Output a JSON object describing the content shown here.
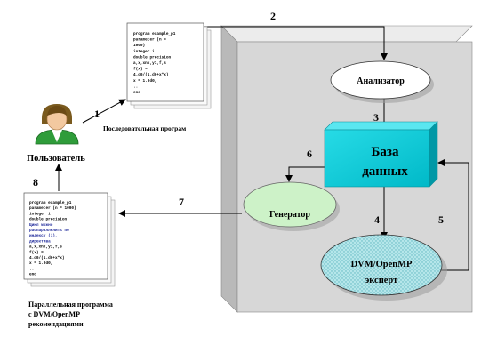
{
  "user_label": "Пользователь",
  "seq_program": {
    "caption": "Последовательная програм",
    "code": [
      "program example_p1",
      "  parameter (n =",
      "  1000)",
      "  integer i",
      "  double precision",
      "a,x,xnx,y1,f,s",
      "  f(x) =",
      "4.d0/(1.d0+x*x)",
      "  x = 1.0d0,",
      "..",
      "end"
    ]
  },
  "par_program": {
    "caption_lines": [
      "Параллельная программа",
      "с DVM/OpenMP",
      "рекомендациями"
    ],
    "code": [
      {
        "t": "program example_p1",
        "blue": false
      },
      {
        "t": "  parameter (n = 1000)",
        "blue": false
      },
      {
        "t": "  integer i",
        "blue": false
      },
      {
        "t": "  double precision",
        "blue": false
      },
      {
        "t": "Цикл можно",
        "blue": true
      },
      {
        "t": "распараллелить по",
        "blue": true
      },
      {
        "t": "индексу (i),",
        "blue": true
      },
      {
        "t": "директива",
        "blue": true
      },
      {
        "t": "a,x,xnx,y1,f,s",
        "blue": false
      },
      {
        "t": "  f(x) =",
        "blue": false
      },
      {
        "t": "4.d0/(1.d0+x*x)",
        "blue": false
      },
      {
        "t": "  x = 1.0d0,",
        "blue": false
      },
      {
        "t": "..",
        "blue": false
      },
      {
        "t": "end",
        "blue": false
      }
    ]
  },
  "nodes": {
    "analyzer": "Анализатор",
    "database_line1": "База",
    "database_line2": "данных",
    "generator": "Генератор",
    "expert_line1": "DVM/OpenMP",
    "expert_line2": "эксперт"
  },
  "step_labels": [
    "1",
    "2",
    "3",
    "4",
    "5",
    "6",
    "7",
    "8"
  ],
  "colors": {
    "panel_face": "#d7d7d7",
    "panel_side": "#b9b9b9",
    "generator_fill": "#cdf2c8",
    "expert_fill": "#a8e0e5",
    "db_front": "#00c8d6",
    "db_top": "#5ae7f0",
    "db_side": "#0098a6"
  }
}
